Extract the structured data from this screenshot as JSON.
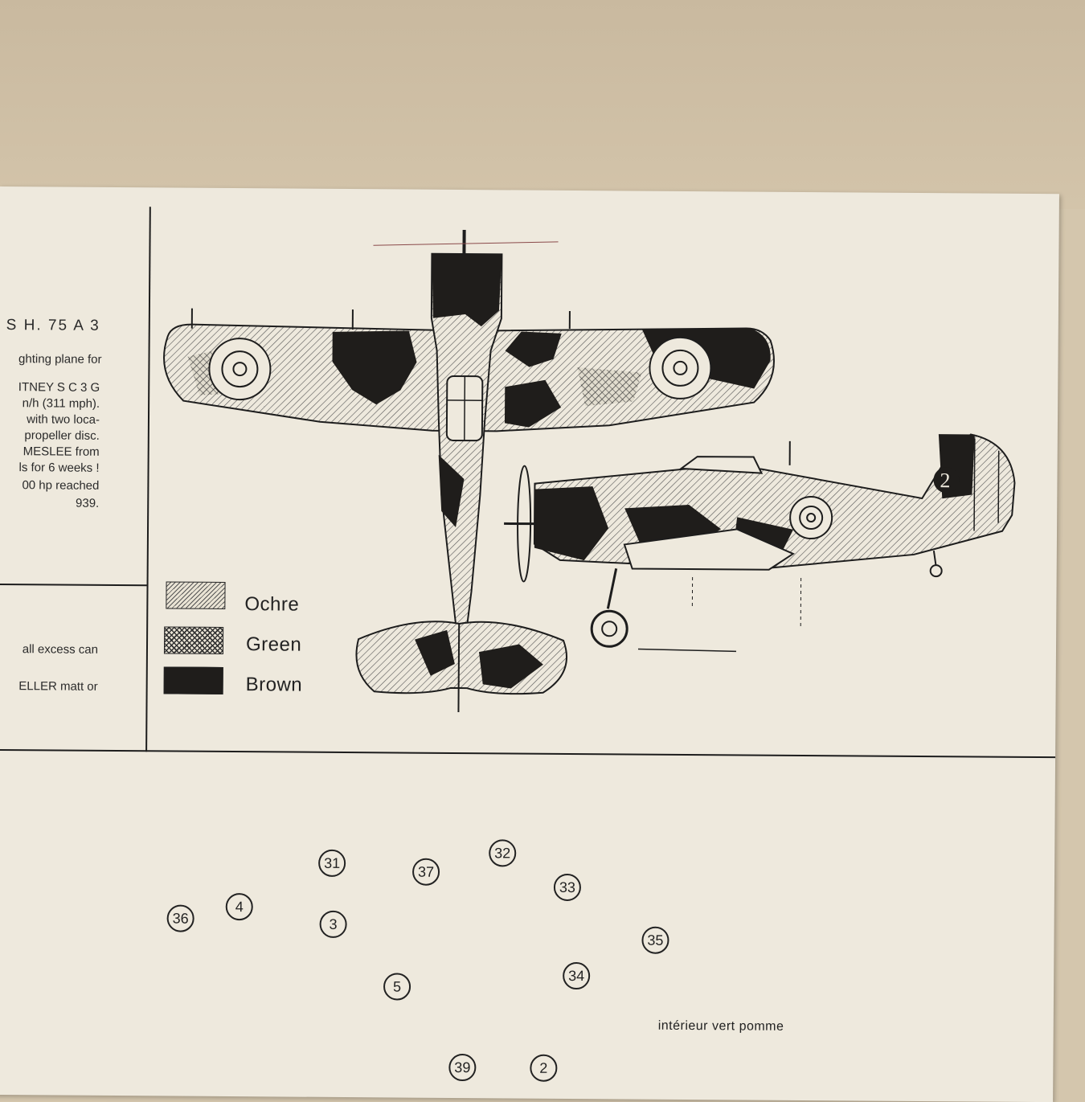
{
  "side_text": {
    "title": "S H. 75 A 3",
    "lines": [
      "ghting plane for",
      "ITNEY S C 3 G",
      "n/h (311 mph).",
      "with two loca-",
      "propeller disc.",
      "MESLEE from",
      "ls for 6 weeks !",
      "00 hp reached",
      "939."
    ],
    "lower_lines": [
      "all excess can",
      "ELLER matt or"
    ]
  },
  "legend": [
    {
      "label": "Ochre",
      "pattern": "diagonal-hatch",
      "color": "#e9e3d4"
    },
    {
      "label": "Green",
      "pattern": "cross-hatch",
      "color": "#333333"
    },
    {
      "label": "Brown",
      "pattern": "solid",
      "color": "#1f1d1b"
    }
  ],
  "aircraft_code": "2",
  "callouts": [
    "31",
    "4",
    "36",
    "3",
    "5",
    "37",
    "32",
    "33",
    "34",
    "35",
    "39",
    "2"
  ],
  "assembly_note": "intérieur vert pomme",
  "colors": {
    "paper": "#eee9dd",
    "background": "#d4c6ad",
    "ink": "#1d1d1d"
  }
}
